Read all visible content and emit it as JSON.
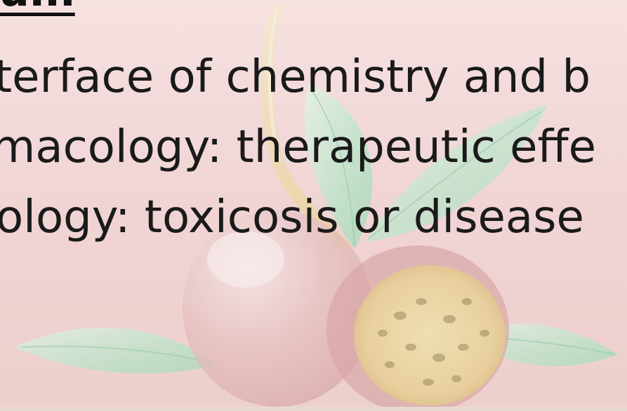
{
  "slide": {
    "title_fragment": "um",
    "lines": [
      "terface of chemistry and b",
      "macology: therapeutic effe",
      "ology: toxicosis or disease"
    ]
  },
  "colors": {
    "background": "#f3dada",
    "text": "#1a1a1a"
  }
}
